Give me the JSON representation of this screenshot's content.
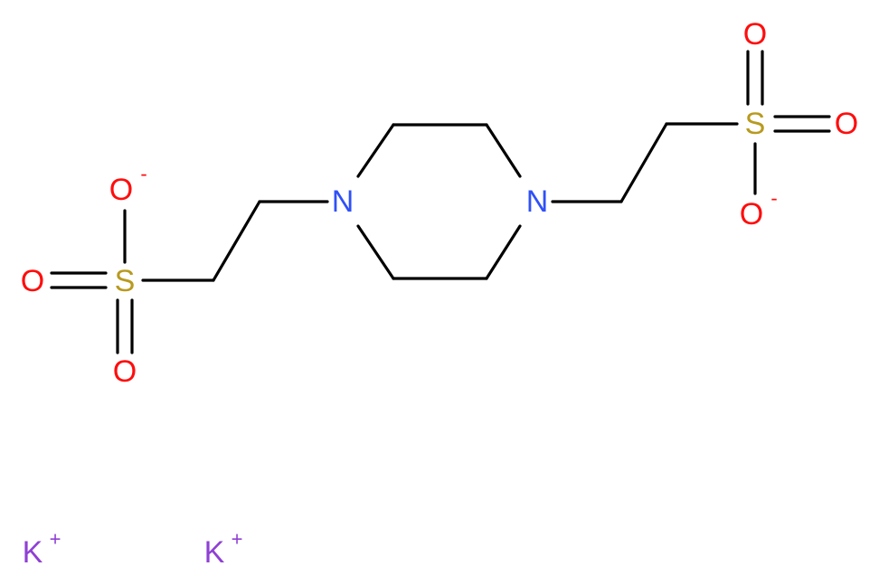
{
  "colors": {
    "bond": "#000000",
    "N": "#3050F8",
    "O": "#FF0D0D",
    "S": "#B89A1E",
    "K": "#8F40D4"
  },
  "atoms": {
    "n1": {
      "symbol": "N",
      "charge": ""
    },
    "n2": {
      "symbol": "N",
      "charge": ""
    },
    "s1": {
      "symbol": "S",
      "charge": ""
    },
    "s2": {
      "symbol": "S",
      "charge": ""
    },
    "o1a": {
      "symbol": "O",
      "charge": "-"
    },
    "o1b": {
      "symbol": "O",
      "charge": ""
    },
    "o1c": {
      "symbol": "O",
      "charge": ""
    },
    "o2a": {
      "symbol": "O",
      "charge": ""
    },
    "o2b": {
      "symbol": "O",
      "charge": ""
    },
    "o2c": {
      "symbol": "O",
      "charge": "-"
    }
  },
  "ions": [
    {
      "symbol": "K",
      "charge": "+"
    },
    {
      "symbol": "K",
      "charge": "+"
    }
  ]
}
